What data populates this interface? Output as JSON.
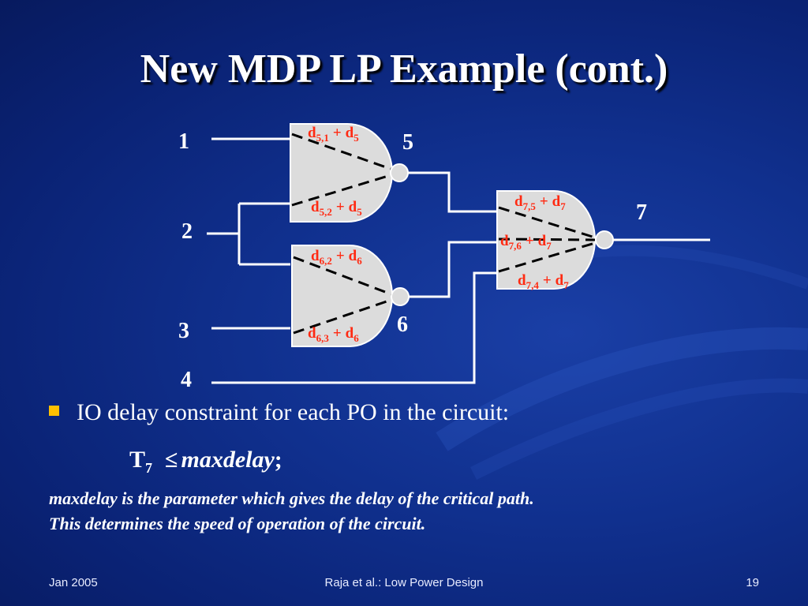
{
  "title": "New MDP LP Example (cont.)",
  "diagram": {
    "inputs": [
      "1",
      "2",
      "3",
      "4"
    ],
    "gate_labels": [
      "5",
      "6",
      "7"
    ],
    "delays": {
      "d51": {
        "main": "d",
        "sub": "5,1",
        "plus": "+",
        "tail": "d",
        "tail_sub": "5"
      },
      "d52": {
        "main": "d",
        "sub": "5,2",
        "plus": "+",
        "tail": "d",
        "tail_sub": "5"
      },
      "d62": {
        "main": "d",
        "sub": "6,2",
        "plus": "+",
        "tail": "d",
        "tail_sub": "6"
      },
      "d63": {
        "main": "d",
        "sub": "6,3",
        "plus": "+",
        "tail": "d",
        "tail_sub": "6"
      },
      "d75": {
        "main": "d",
        "sub": "7,5",
        "plus": "+",
        "tail": "d",
        "tail_sub": "7"
      },
      "d76": {
        "main": "d",
        "sub": "7,6",
        "plus": "+",
        "tail": "d",
        "tail_sub": "7"
      },
      "d74": {
        "main": "d",
        "sub": "7,4",
        "plus": "+",
        "tail": "d",
        "tail_sub": "7"
      }
    }
  },
  "bullet": {
    "text": "IO delay constraint for each PO in the circuit:"
  },
  "constraint": {
    "lhs": "T",
    "lhs_sub": "7",
    "op": "≤",
    "rhs": "maxdelay",
    "end": ";"
  },
  "notes": [
    "maxdelay is the parameter which gives the delay of the critical path.",
    "This determines the speed of operation of the circuit."
  ],
  "footer": {
    "left": "Jan 2005",
    "center": "Raja et al.: Low Power Design",
    "right": "19"
  },
  "colors": {
    "background": "#0e2b86",
    "delay_text": "#ff2a12",
    "bullet": "#ffc000",
    "gate_fill": "#dcdcdc"
  }
}
